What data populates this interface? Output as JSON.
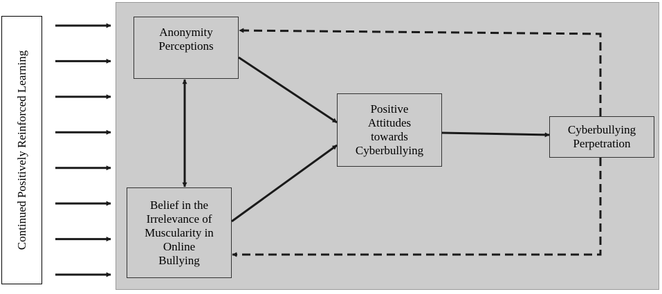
{
  "side_label": "Continued Positively Reinforced Learning",
  "nodes": {
    "anonymity": "Anonymity\nPerceptions",
    "attitudes": "Positive\nAttitudes\ntowards\nCyberbullying",
    "perpetration": "Cyberbullying\nPerpetration",
    "belief": "Belief in the\nIrrelevance of\nMuscularity in\nOnline\nBullying"
  },
  "input_arrow_count": 8
}
